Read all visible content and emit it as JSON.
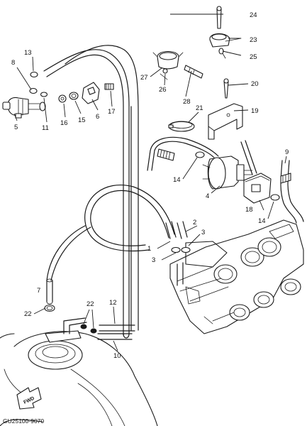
{
  "diagram": {
    "part_code": "GU25100-9070",
    "fwd_label": "FWD",
    "callouts": [
      "1",
      "2",
      "3",
      "3",
      "4",
      "5",
      "6",
      "7",
      "8",
      "9",
      "10",
      "11",
      "12",
      "13",
      "14",
      "14",
      "15",
      "16",
      "17",
      "18",
      "19",
      "20",
      "21",
      "22",
      "22",
      "23",
      "24",
      "25",
      "26",
      "27",
      "28"
    ]
  }
}
